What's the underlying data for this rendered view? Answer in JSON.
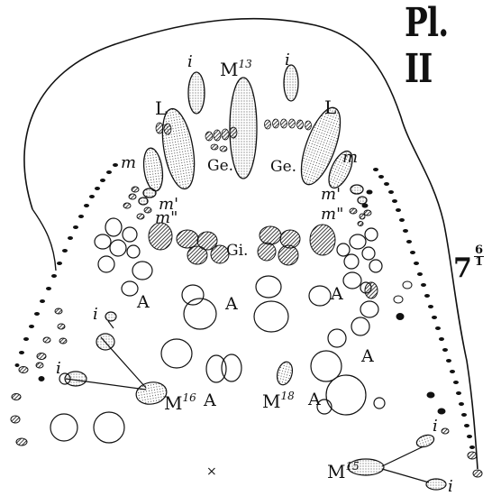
{
  "plate_label": "Pl. II",
  "magnification": {
    "whole": "7",
    "numerator": "6",
    "denominator": "1"
  },
  "labels": {
    "M13": {
      "base": "M",
      "sup": "13"
    },
    "M15": {
      "base": "M",
      "sup": "15"
    },
    "M16": {
      "base": "M",
      "sup": "16"
    },
    "M18": {
      "base": "M",
      "sup": "18"
    },
    "i": "i",
    "L": "L",
    "m": "m",
    "m1": "m'",
    "m2": "m\"",
    "Ge": "Ge.",
    "Gi": "Gi.",
    "A": "A",
    "x": "×"
  }
}
